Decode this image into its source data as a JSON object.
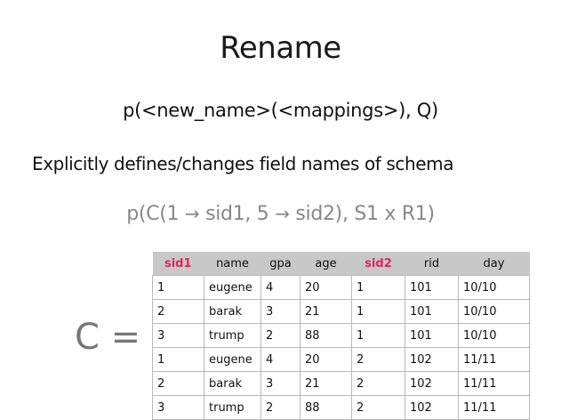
{
  "slide": {
    "title": "Rename",
    "syntax": "p(<new_name>(<mappings>), Q)",
    "description": "Explicitly defines/changes field names of schema",
    "example_prefix": "p(C(1",
    "example_arrow1": "→",
    "example_mid1": " sid1, 5 ",
    "example_arrow2": "→",
    "example_suffix": " sid2), S1 x R1)",
    "result_label": "C ="
  },
  "table": {
    "headers": [
      "sid1",
      "name",
      "gpa",
      "age",
      "sid2",
      "rid",
      "day"
    ],
    "highlight_color": "#e0245e",
    "rows": [
      [
        "1",
        "eugene",
        "4",
        "20",
        "1",
        "101",
        "10/10"
      ],
      [
        "2",
        "barak",
        "3",
        "21",
        "1",
        "101",
        "10/10"
      ],
      [
        "3",
        "trump",
        "2",
        "88",
        "1",
        "101",
        "10/10"
      ],
      [
        "1",
        "eugene",
        "4",
        "20",
        "2",
        "102",
        "11/11"
      ],
      [
        "2",
        "barak",
        "3",
        "21",
        "2",
        "102",
        "11/11"
      ],
      [
        "3",
        "trump",
        "2",
        "88",
        "2",
        "102",
        "11/11"
      ]
    ]
  }
}
